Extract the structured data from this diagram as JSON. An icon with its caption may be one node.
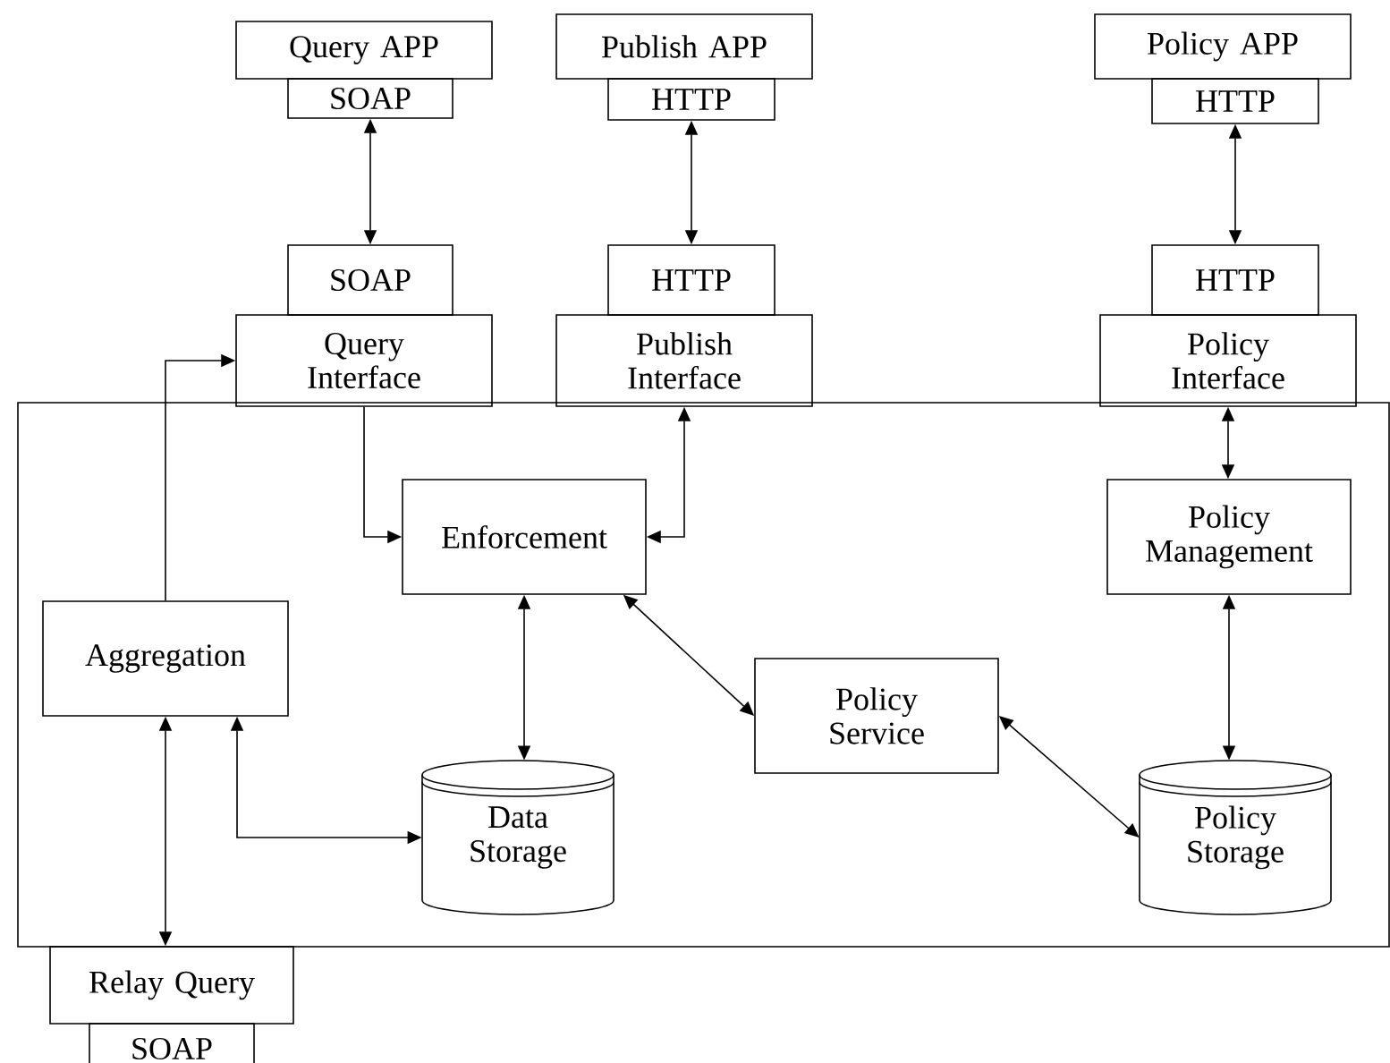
{
  "diagram": {
    "nodes": [
      {
        "text": [
          "Query APP"
        ]
      },
      {
        "text": [
          "SOAP"
        ]
      },
      {
        "text": [
          "Publish APP"
        ]
      },
      {
        "text": [
          "HTTP"
        ]
      },
      {
        "text": [
          "Policy APP"
        ]
      },
      {
        "text": [
          "HTTP"
        ]
      },
      {
        "text": [
          "SOAP"
        ]
      },
      {
        "text": [
          "Query Interface"
        ]
      },
      {
        "text": [
          "HTTP"
        ]
      },
      {
        "text": [
          "Publish Interface"
        ]
      },
      {
        "text": [
          "HTTP"
        ]
      },
      {
        "text": [
          "Policy Interface"
        ]
      },
      {
        "text": [],
        "shape": "box"
      },
      {
        "text": [
          "Enforcement"
        ],
        "in": 12
      },
      {
        "text": [
          "Policy Management"
        ],
        "in": 12
      },
      {
        "text": [
          "Aggregation"
        ],
        "in": 12
      },
      {
        "text": [
          "Policy Service"
        ],
        "in": 12
      },
      {
        "text": [
          "Data Storage"
        ],
        "in": 12
      },
      {
        "text": [
          "Policy Storage"
        ],
        "in": 12
      },
      {
        "text": [
          "Relay Query"
        ]
      },
      {
        "text": [
          "SOAP"
        ]
      }
    ],
    "edges": [
      {
        "from": 1,
        "to": 6,
        "arrow": "both"
      },
      {
        "from": 3,
        "to": 8,
        "arrow": "both"
      },
      {
        "from": 5,
        "to": 10,
        "arrow": "both"
      },
      {
        "from": 7,
        "to": 13,
        "arrow": "to"
      },
      {
        "from": 13,
        "to": 9,
        "arrow": "both"
      },
      {
        "from": 11,
        "to": 14,
        "arrow": "both"
      },
      {
        "from": 15,
        "to": 7,
        "arrow": "to"
      },
      {
        "from": 13,
        "to": 17,
        "arrow": "both"
      },
      {
        "from": 13,
        "to": 16,
        "arrow": "both"
      },
      {
        "from": 16,
        "to": 18,
        "arrow": "both"
      },
      {
        "from": 14,
        "to": 18,
        "arrow": "both"
      },
      {
        "from": 15,
        "to": 17,
        "arrow": "both"
      },
      {
        "from": 15,
        "to": 19,
        "arrow": "both"
      }
    ]
  }
}
